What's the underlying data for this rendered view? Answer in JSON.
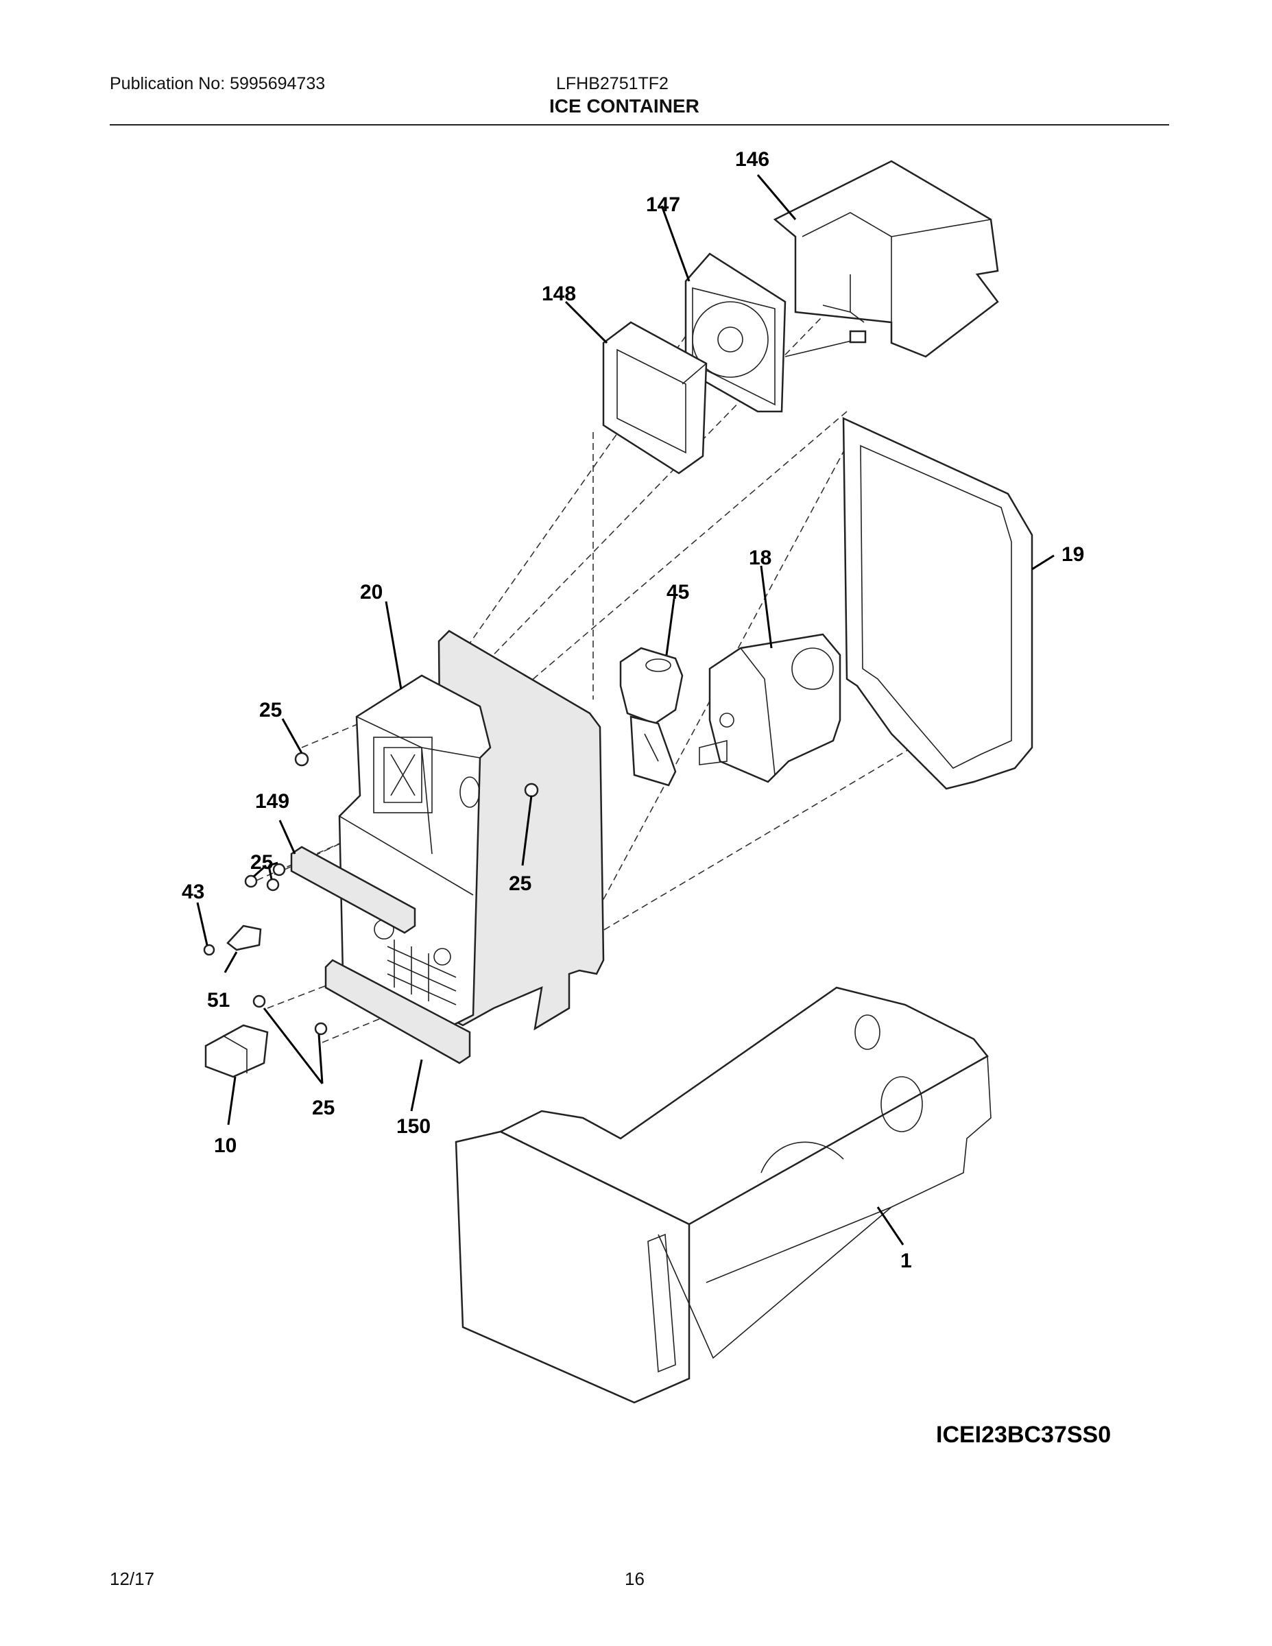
{
  "header": {
    "publication": "Publication No: 5995694733",
    "model": "LFHB2751TF2",
    "section_title": "ICE CONTAINER"
  },
  "callouts": {
    "c146": "146",
    "c147": "147",
    "c148": "148",
    "c18": "18",
    "c19": "19",
    "c45": "45",
    "c20": "20",
    "c25a": "25",
    "c149": "149",
    "c25b": "25",
    "c25c": "25",
    "c43": "43",
    "c51": "51",
    "c25d": "25",
    "c10": "10",
    "c150": "150",
    "c1": "1"
  },
  "diagram_code": "ICEI23BC37SS0",
  "footer": {
    "date": "12/17",
    "page_number": "16"
  }
}
